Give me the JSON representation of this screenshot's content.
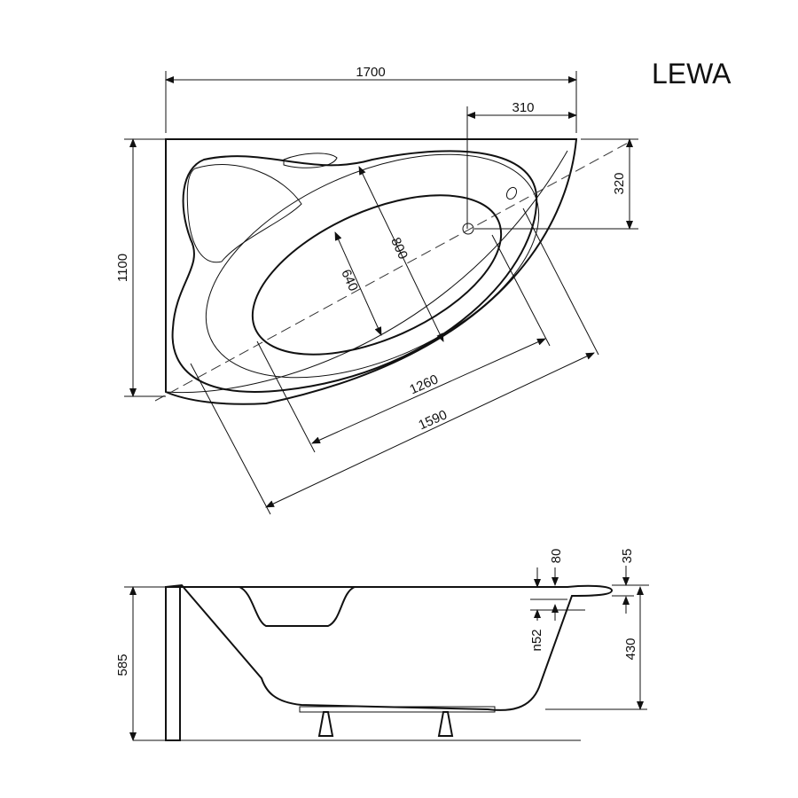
{
  "title": "LEWA",
  "top_view": {
    "width": "1700",
    "depth": "1100",
    "drain_offset_x": "310",
    "drain_offset_y": "320",
    "inner_length": "1260",
    "outer_length": "1590",
    "outer_width": "800",
    "inner_width": "640"
  },
  "side_view": {
    "total_height": "585",
    "tub_depth": "430",
    "overflow_height": "80",
    "rim_thickness": "35",
    "overflow_diameter": "n52"
  }
}
